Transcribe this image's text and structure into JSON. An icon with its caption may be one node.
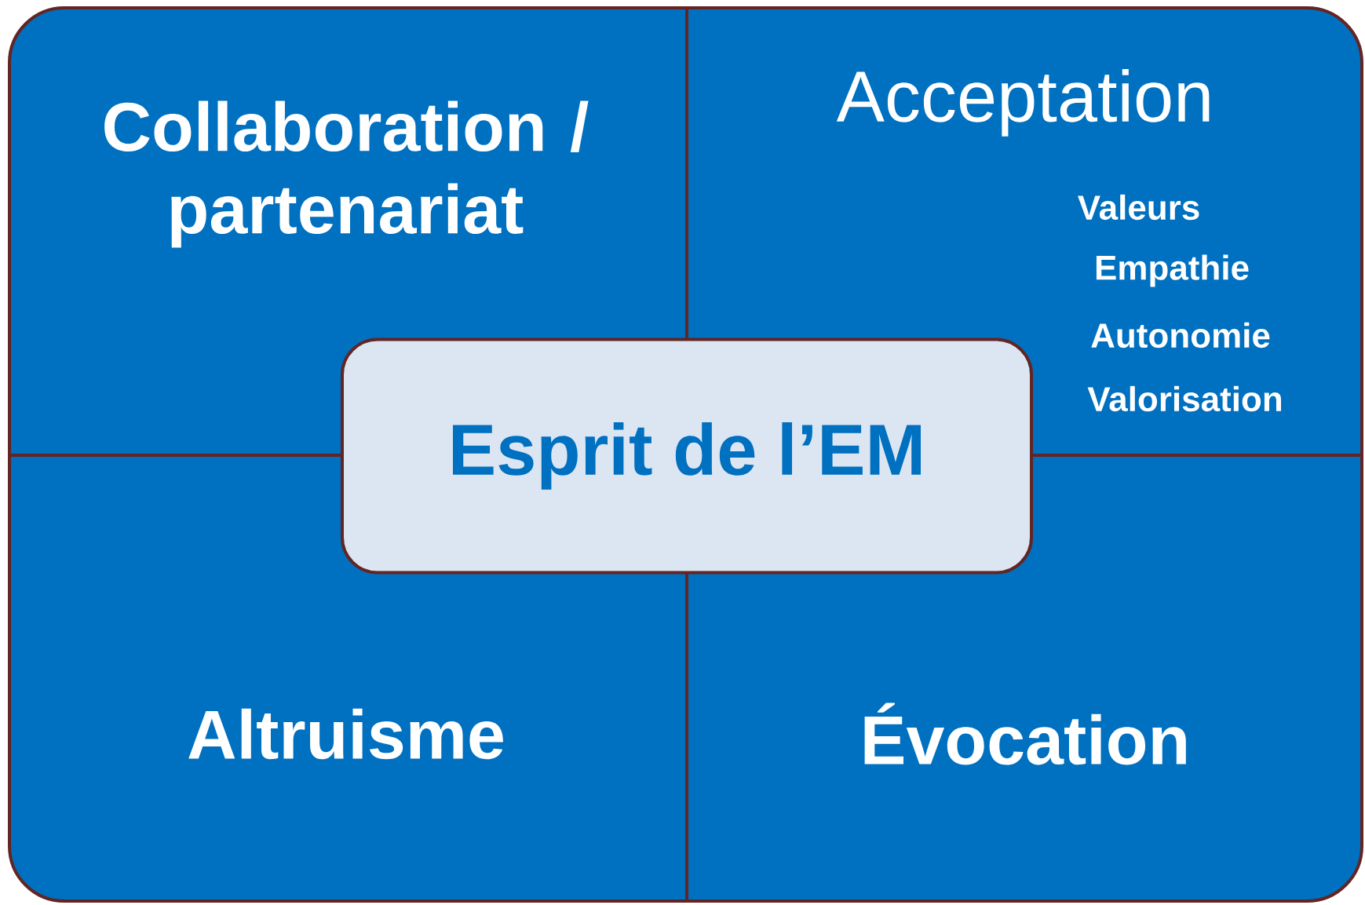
{
  "diagram": {
    "nodes": [
      {
        "text": [
          "Collaboration / partenariat"
        ]
      },
      {
        "text": [
          "Acceptation",
          "Valeurs",
          "Empathie",
          "Autonomie",
          "Valorisation"
        ]
      },
      {
        "text": [
          "Altruisme"
        ]
      },
      {
        "text": [
          "Évocation"
        ]
      },
      {
        "text": [
          "Esprit de l’EM"
        ]
      }
    ]
  }
}
